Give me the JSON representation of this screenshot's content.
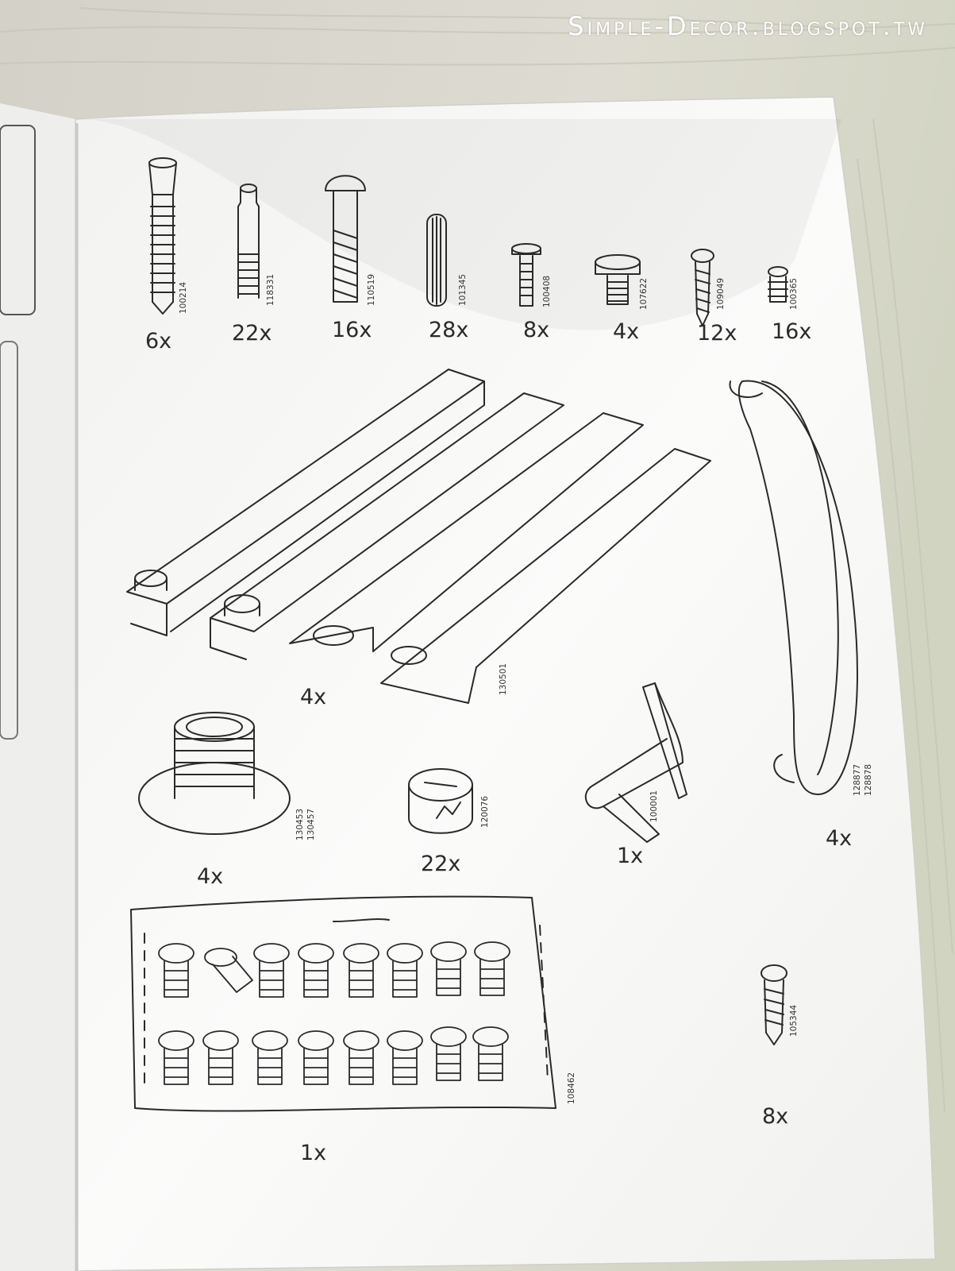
{
  "watermark": "Simple-Decor.blogspot.tw",
  "colors": {
    "wood": "#d8d5c9",
    "paper": "#f7f7f5",
    "ink": "#2a2a2a"
  },
  "parts": [
    {
      "code": "100214",
      "qty": "6x",
      "icon": "cam-bolt-icon"
    },
    {
      "code": "118331",
      "qty": "22x",
      "icon": "dowel-bolt-icon"
    },
    {
      "code": "110519",
      "qty": "16x",
      "icon": "plug-icon"
    },
    {
      "code": "101345",
      "qty": "28x",
      "icon": "wood-dowel-icon"
    },
    {
      "code": "100408",
      "qty": "8x",
      "icon": "machine-screw-icon"
    },
    {
      "code": "107622",
      "qty": "4x",
      "icon": "cap-screw-icon"
    },
    {
      "code": "109049",
      "qty": "12x",
      "icon": "wood-screw-icon"
    },
    {
      "code": "100365",
      "qty": "16x",
      "icon": "euro-screw-icon"
    },
    {
      "code": "130501",
      "qty": "4x",
      "icon": "drawer-rail-icon"
    },
    {
      "code": "128877",
      "code2": "128878",
      "qty": "4x",
      "icon": "handle-icon"
    },
    {
      "code": "130453",
      "code2": "130457",
      "qty": "4x",
      "icon": "foot-icon"
    },
    {
      "code": "120076",
      "qty": "22x",
      "icon": "cam-lock-icon"
    },
    {
      "code": "100001",
      "qty": "1x",
      "icon": "allen-key-icon"
    },
    {
      "code": "108462",
      "qty": "1x",
      "icon": "screw-bag-icon"
    },
    {
      "code": "105344",
      "qty": "8x",
      "icon": "small-screw-icon"
    }
  ]
}
